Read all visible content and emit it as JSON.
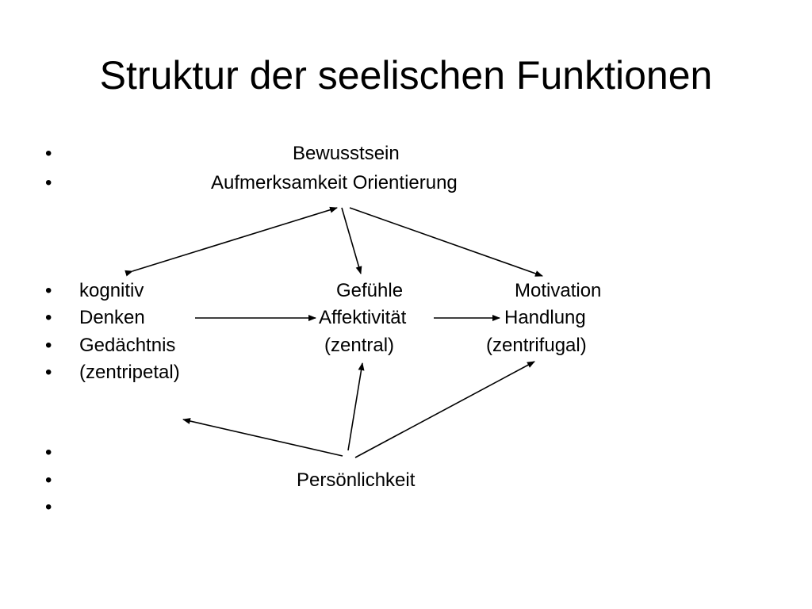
{
  "title": "Struktur der seelischen Funktionen",
  "bullet_glyph": "•",
  "top": {
    "line1": "Bewusstsein",
    "line2": "Aufmerksamkeit Orientierung"
  },
  "columns": {
    "left": [
      "kognitiv",
      "Denken",
      "Gedächtnis",
      "(zentripetal)"
    ],
    "center": [
      "Gefühle",
      "Affektivität",
      "(zentral)"
    ],
    "right": [
      "Motivation",
      "Handlung",
      "(zentrifugal)"
    ]
  },
  "bottom": {
    "label": "Persönlichkeit"
  }
}
